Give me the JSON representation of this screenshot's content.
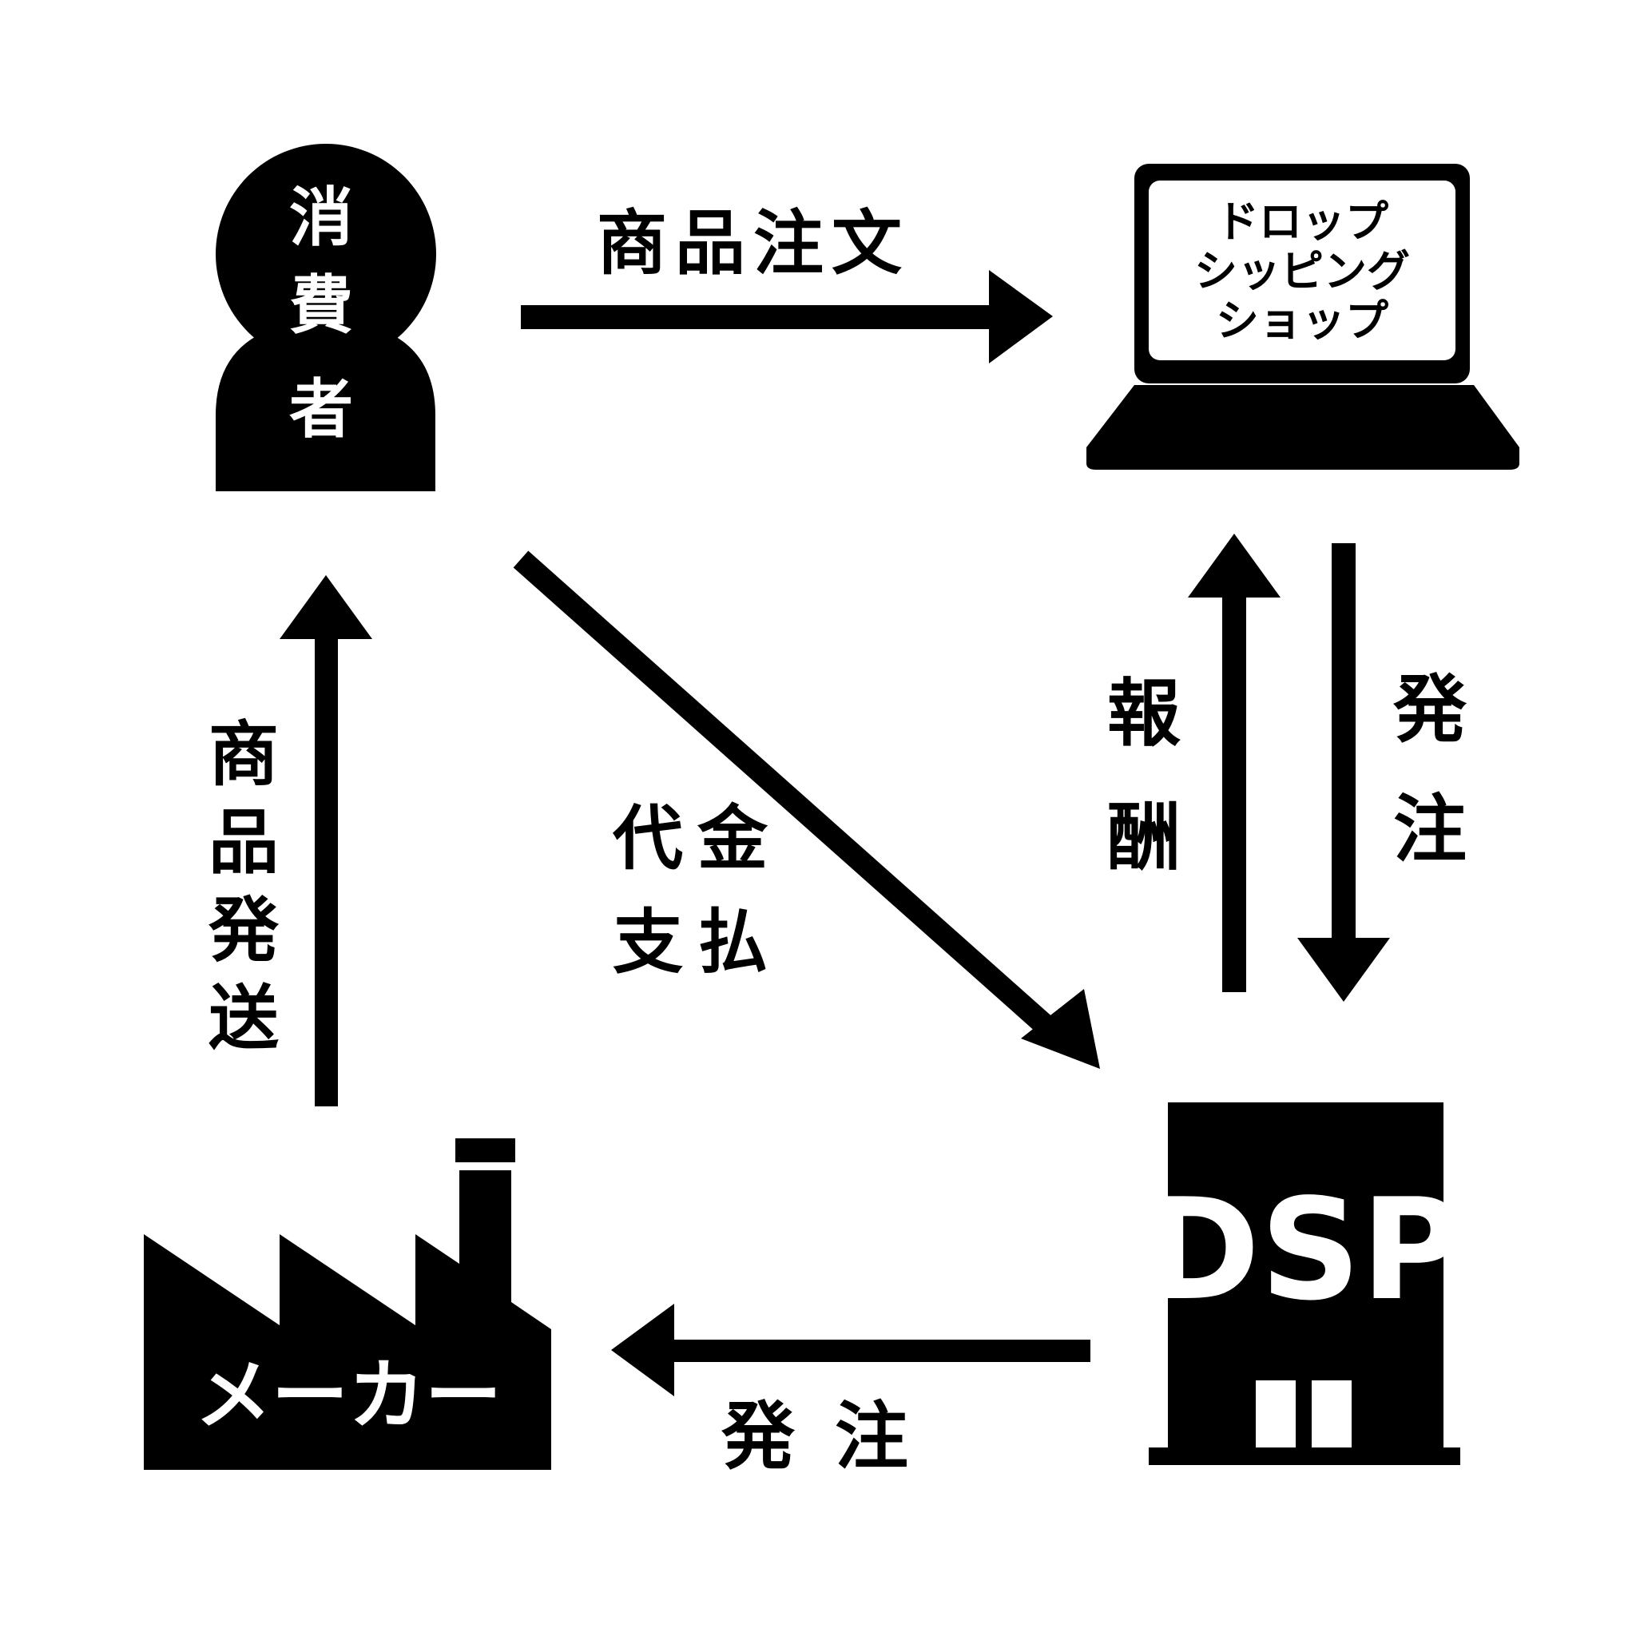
{
  "colors": {
    "ink": "#000000",
    "paper": "#ffffff"
  },
  "nodes": {
    "consumer": {
      "label": "消費者",
      "icon": "person-icon"
    },
    "shop": {
      "lines": [
        "ドロップ",
        "シッピング",
        "ショップ"
      ],
      "icon": "laptop-icon"
    },
    "dsp": {
      "label": "DSP",
      "icon": "building-icon"
    },
    "maker": {
      "label": "メーカー",
      "icon": "factory-icon"
    }
  },
  "edges": {
    "order_product": "商品注文",
    "payment": [
      "代金",
      "支払"
    ],
    "reward": "報酬",
    "shop_order": "発注",
    "dsp_order": "発注",
    "ship_product": "商品発送"
  }
}
